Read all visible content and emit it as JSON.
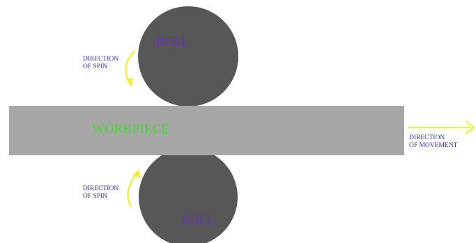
{
  "diagram": {
    "top_roll_label": "ROLL",
    "bottom_roll_label": "ROLL",
    "workpiece_label": "WORKPIECE",
    "top_spin_label_line1": "DIRECTION",
    "top_spin_label_line2": "OF SPIN",
    "bottom_spin_label_line1": "DIRECTION",
    "bottom_spin_label_line2": "OF SPIN",
    "movement_label_line1": "DIRECTION",
    "movement_label_line2": "OF MOVEMENT"
  },
  "colors": {
    "roll_fill": "#575757",
    "workpiece_fill": "#a6a6a6",
    "roll_text": "#6a2fbe",
    "workpiece_text": "#47d53a",
    "arrow": "#f4ee2c",
    "annotation_text": "#2b2bb8",
    "background": "#ffffff"
  }
}
